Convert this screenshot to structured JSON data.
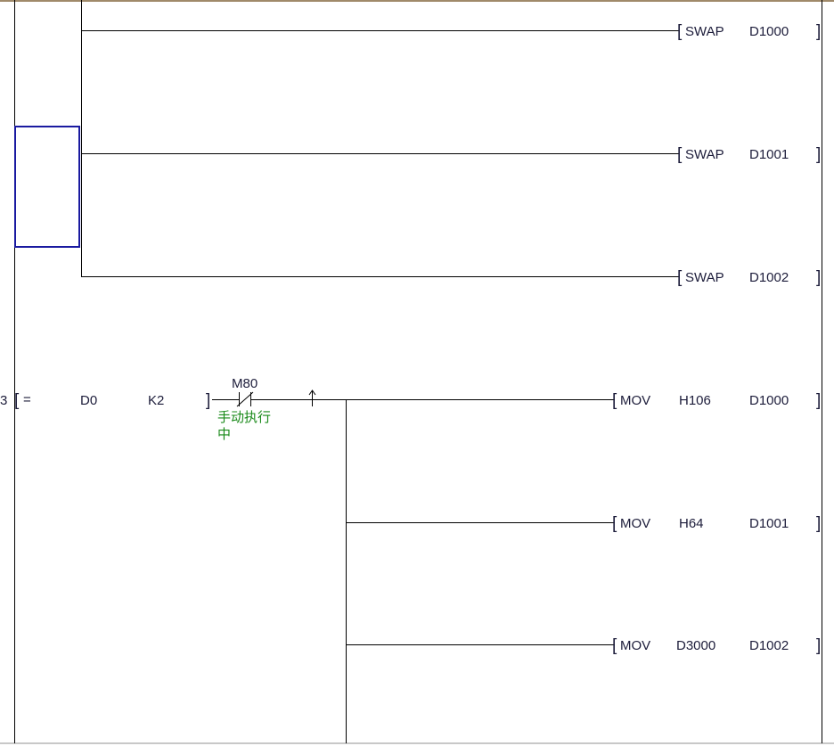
{
  "colors": {
    "text": "#1c1c3a",
    "comment": "#1a8a1a",
    "cursor": "#1a1aa0",
    "top_border": "#a08a6a"
  },
  "rungs": [
    {
      "instructions": [
        {
          "op": "SWAP",
          "arg1": "D1000"
        },
        {
          "op": "SWAP",
          "arg1": "D1001"
        },
        {
          "op": "SWAP",
          "arg1": "D1002"
        }
      ]
    },
    {
      "step": "3",
      "compare": {
        "op": "=",
        "src1": "D0",
        "src2": "K2"
      },
      "contact": {
        "device": "M80",
        "type": "normally-closed",
        "comment_line1": "手动执行",
        "comment_line2": "中"
      },
      "edge": "rising-pulse-icon",
      "instructions": [
        {
          "op": "MOV",
          "arg1": "H106",
          "arg2": "D1000"
        },
        {
          "op": "MOV",
          "arg1": "H64",
          "arg2": "D1001"
        },
        {
          "op": "MOV",
          "arg1": "D3000",
          "arg2": "D1002"
        }
      ]
    }
  ]
}
